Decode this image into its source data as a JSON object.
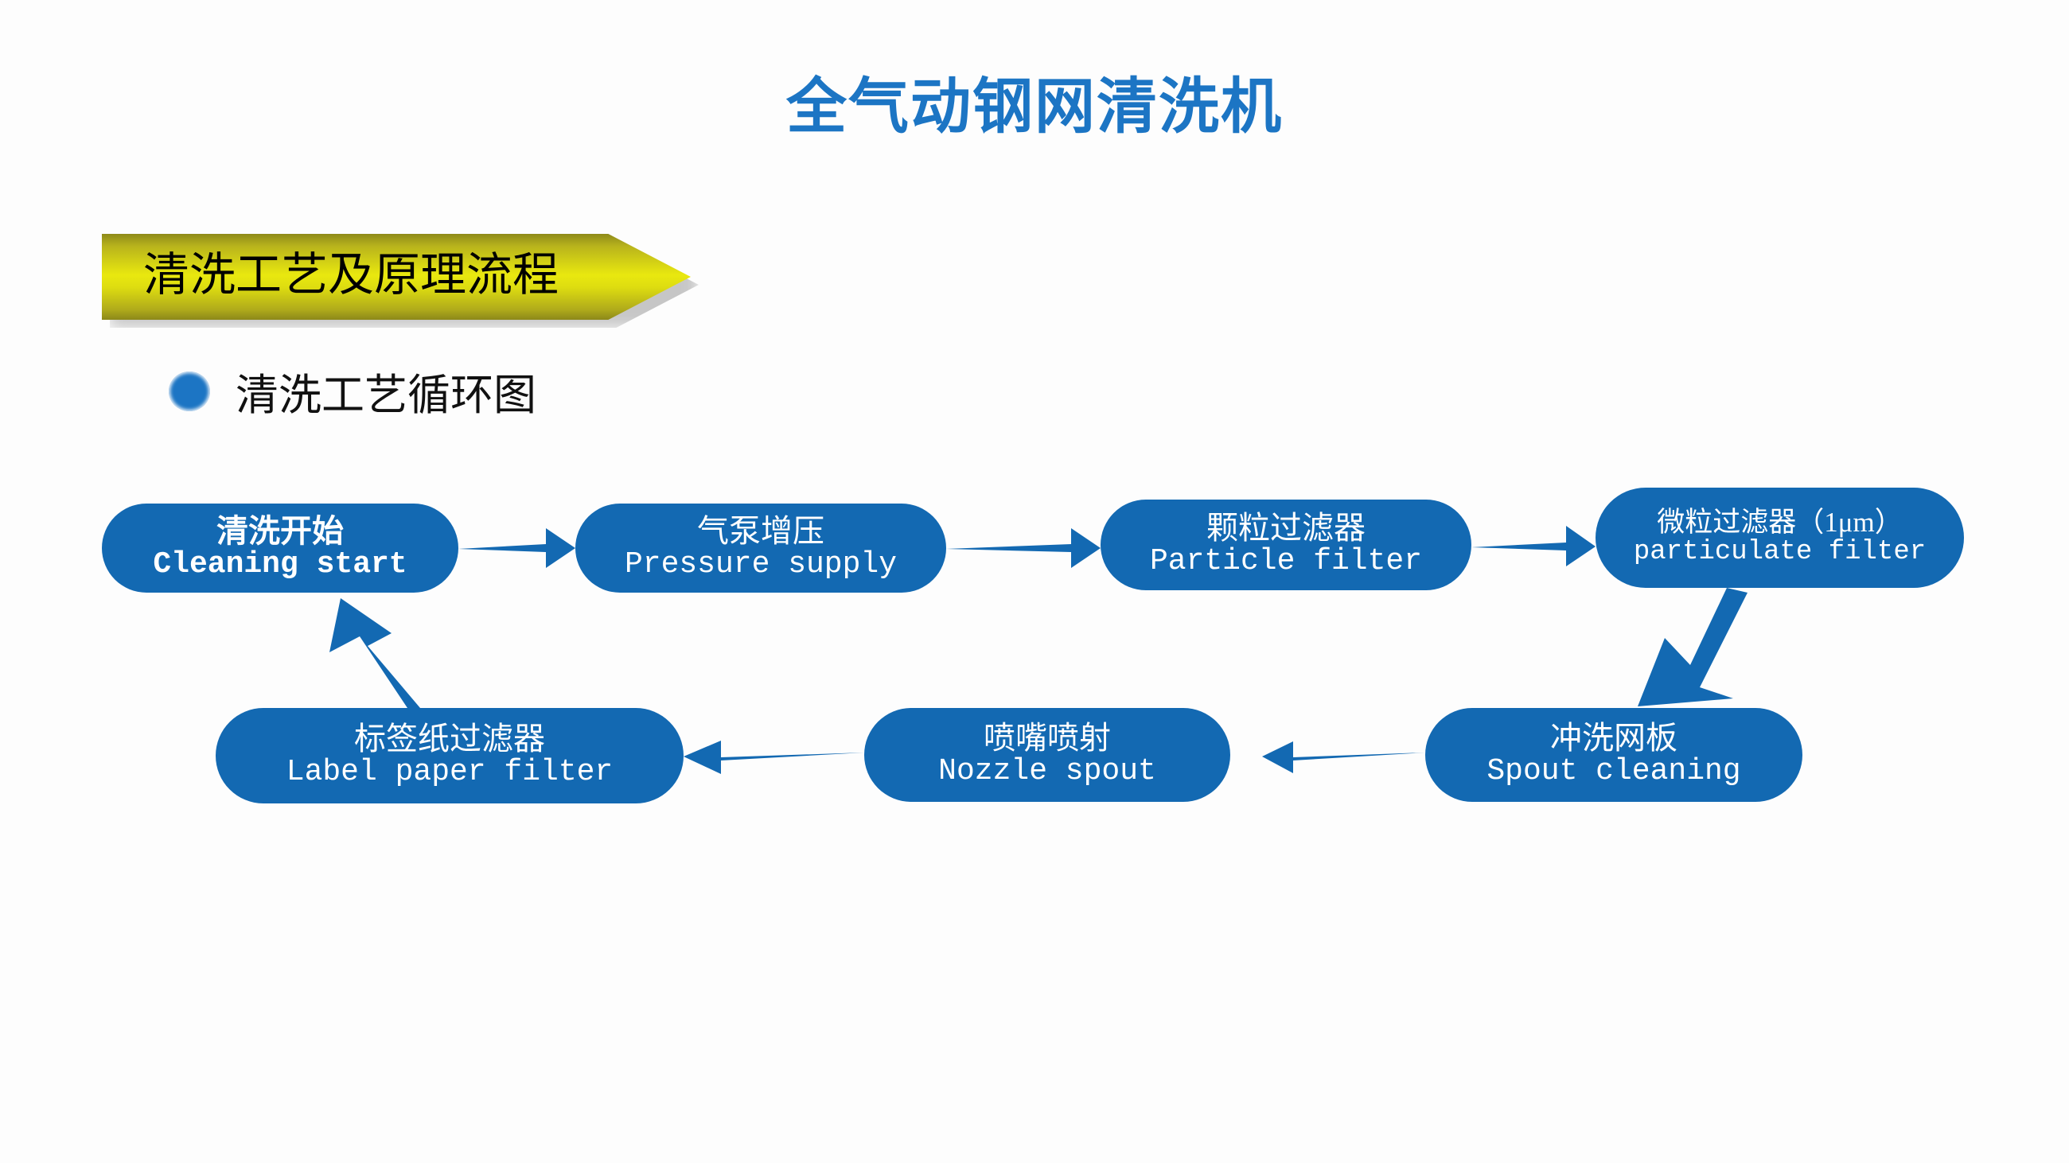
{
  "slide": {
    "title": "全气动钢网清洗机",
    "background_color": "#fdfdfd",
    "title_color": "#1C75C4"
  },
  "banner": {
    "label": "清洗工艺及原理流程",
    "gradient_from": "#8e8a1a",
    "gradient_to": "#e9e80f",
    "text_color": "#000000"
  },
  "bullet": {
    "label": "清洗工艺循环图",
    "dot_color": "#1C75C4",
    "text_color": "#111111"
  },
  "diagram": {
    "node_color": "#1369B2",
    "node_text_color": "#ffffff",
    "arrow_color": "#1369B2",
    "nodes": [
      {
        "cn": "清洗开始",
        "en": "Cleaning start"
      },
      {
        "cn": "气泵增压",
        "en": "Pressure supply"
      },
      {
        "cn": "颗粒过滤器",
        "en": "Particle filter"
      },
      {
        "cn": "微粒过滤器（1μm）",
        "en": "particulate filter"
      },
      {
        "cn": "冲洗网板",
        "en": "Spout cleaning"
      },
      {
        "cn": "喷嘴喷射",
        "en": "Nozzle spout"
      },
      {
        "cn": "标签纸过滤器",
        "en": "Label paper filter"
      }
    ],
    "connections": [
      {
        "from": "清洗开始",
        "to": "气泵增压",
        "direction": "right"
      },
      {
        "from": "气泵增压",
        "to": "颗粒过滤器",
        "direction": "right"
      },
      {
        "from": "颗粒过滤器",
        "to": "微粒过滤器（1μm）",
        "direction": "right"
      },
      {
        "from": "微粒过滤器（1μm）",
        "to": "冲洗网板",
        "direction": "down-left"
      },
      {
        "from": "冲洗网板",
        "to": "喷嘴喷射",
        "direction": "left"
      },
      {
        "from": "喷嘴喷射",
        "to": "标签纸过滤器",
        "direction": "left"
      },
      {
        "from": "标签纸过滤器",
        "to": "清洗开始",
        "direction": "up-left"
      }
    ]
  }
}
